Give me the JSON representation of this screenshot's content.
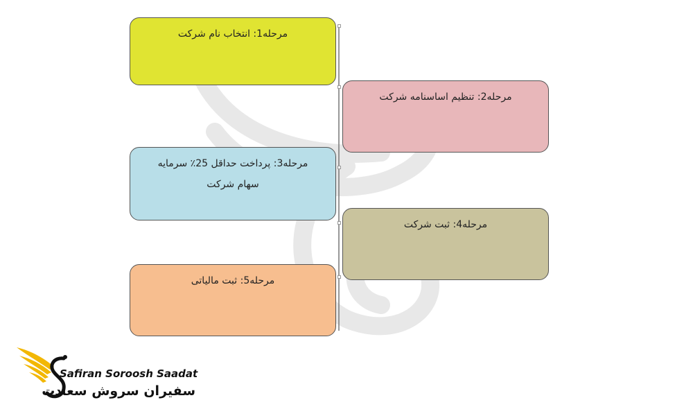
{
  "diagram": {
    "steps": [
      {
        "label": "مرحله1: انتخاب نام شرکت",
        "color": "#e0e432"
      },
      {
        "label": "مرحله2: تنظیم اساسنامه شرکت",
        "color": "#e8b7ba"
      },
      {
        "label": "مرحله3: پرداخت حداقل 25٪ سرمایه سهام شرکت",
        "color": "#b8dee8"
      },
      {
        "label": "مرحله4: ثبت شرکت",
        "color": "#c9c39d"
      },
      {
        "label": "مرحله5: ثبت مالیاتی",
        "color": "#f7be8f"
      }
    ]
  },
  "brand": {
    "name_en": "Safiran Soroosh Saadat",
    "name_fa": "سفیران سروش سعادت",
    "accent_color": "#f2b705"
  }
}
